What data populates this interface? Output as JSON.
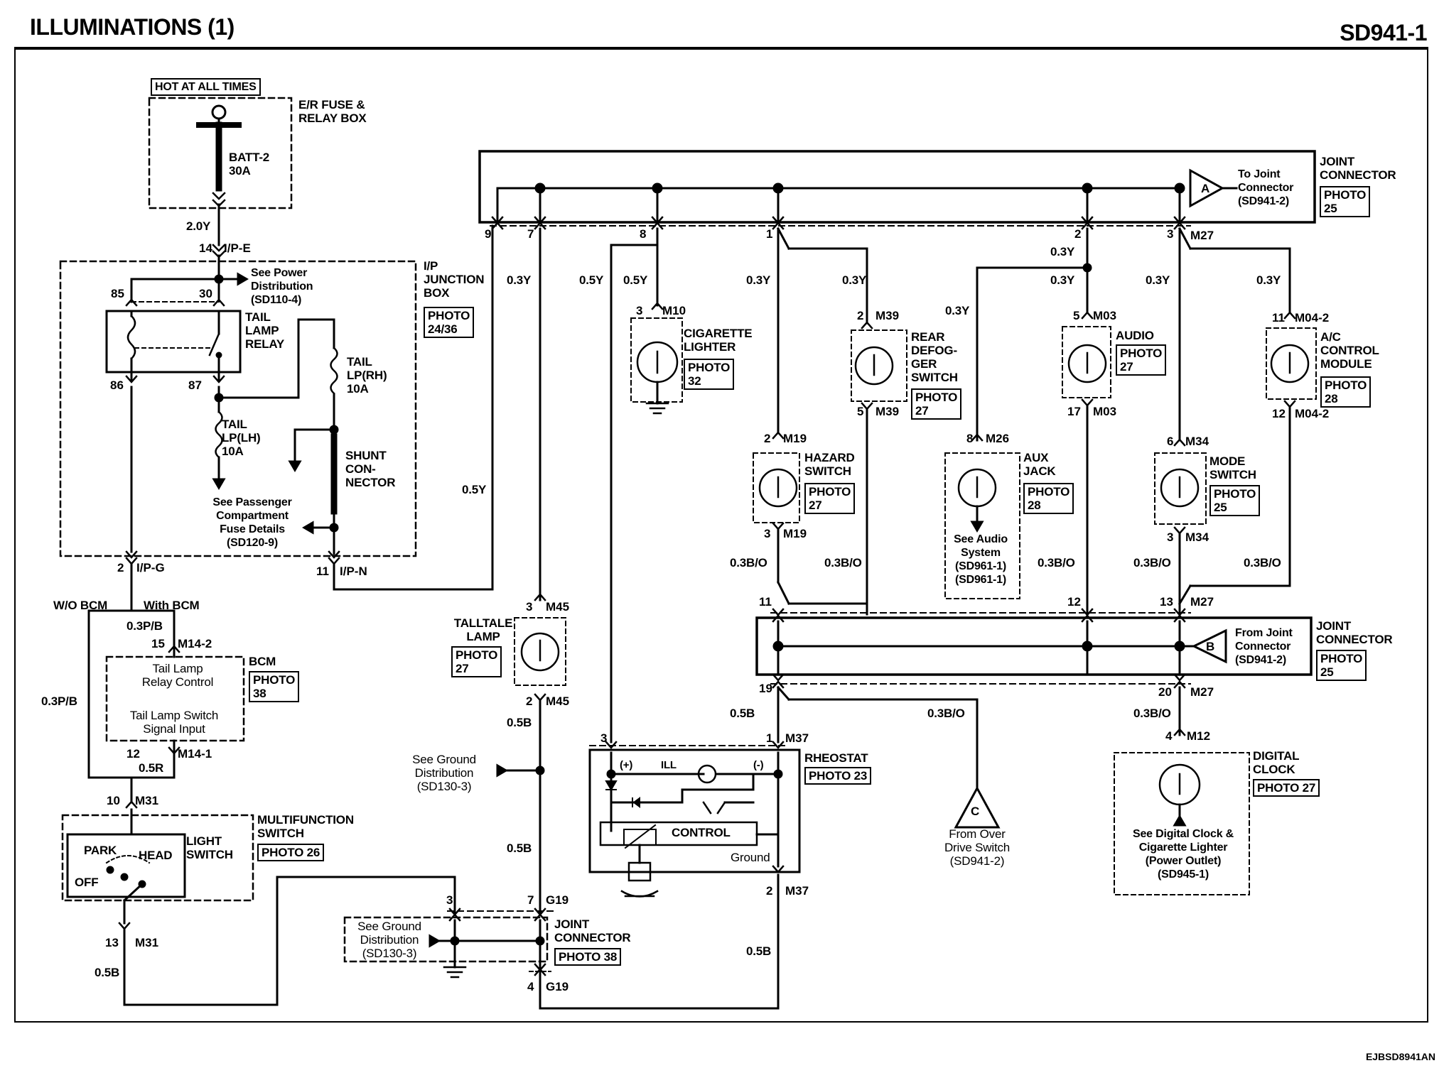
{
  "header": {
    "title": "ILLUMINATIONS (1)",
    "code": "SD941-1"
  },
  "footer": {
    "doc_id": "EJBSD8941AN"
  },
  "fuse": {
    "hot": "HOT AT ALL TIMES",
    "box": "E/R FUSE &\nRELAY BOX",
    "name": "BATT-2\n30A",
    "wire": "2.0Y",
    "pin": "14",
    "conn": "I/P-E"
  },
  "junction": {
    "title": "I/P\nJUNCTION\nBOX",
    "photo": "PHOTO\n24/36",
    "see_power": "See Power\nDistribution\n(SD110-4)",
    "relay": "TAIL\nLAMP\nRELAY",
    "p85": "85",
    "p30": "30",
    "p86": "86",
    "p87": "87",
    "tail_rh": "TAIL\nLP(RH)\n10A",
    "tail_lh": "TAIL\nLP(LH)\n10A",
    "shunt": "SHUNT\nCON-\nNECTOR",
    "see_passenger": "See Passenger\nCompartment\nFuse Details\n(SD120-9)",
    "pin_g": "2",
    "conn_g": "I/P-G",
    "pin_n": "11",
    "conn_n": "I/P-N"
  },
  "bcm": {
    "wo": "W/O BCM",
    "with": "With BCM",
    "wire_top": "0.3P/B",
    "wire_left": "0.3P/B",
    "pin_top": "15",
    "conn_top": "M14-2",
    "label": "BCM",
    "photo": "PHOTO\n38",
    "relay_ctrl": "Tail Lamp\nRelay Control",
    "switch_in": "Tail Lamp Switch\nSignal Input",
    "pin_bot": "12",
    "conn_bot": "M14-1",
    "wire_bot": "0.5R"
  },
  "multifunction": {
    "pin_top": "10",
    "conn_top": "M31",
    "label": "MULTIFUNCTION\nSWITCH",
    "photo": "PHOTO 26",
    "park": "PARK",
    "head": "HEAD",
    "off": "OFF",
    "light": "LIGHT\nSWITCH",
    "pin_bot": "13",
    "conn_bot": "M31",
    "wire_bot": "0.5B"
  },
  "joint_top": {
    "label": "JOINT\nCONNECTOR",
    "photo": "PHOTO\n25",
    "to": "To Joint\nConnector\n(SD941-2)",
    "letter": "A",
    "pins": [
      "9",
      "7",
      "8",
      "1",
      "2",
      "3"
    ],
    "conn": "M27"
  },
  "joint_mid": {
    "label": "JOINT\nCONNECTOR",
    "photo": "PHOTO\n25",
    "from": "From Joint\nConnector\n(SD941-2)",
    "letter": "B",
    "pins": [
      "11",
      "12",
      "13"
    ],
    "conn": "M27",
    "pin19": "19",
    "pin20": "20",
    "conn20": "M27"
  },
  "wires": {
    "w03y": "0.3Y",
    "w05y": "0.5Y",
    "w03bo": "0.3B/O",
    "w05b": "0.5B"
  },
  "cigarette": {
    "pin": "3",
    "conn": "M10",
    "label": "CIGARETTE\nLIGHTER",
    "photo": "PHOTO\n32"
  },
  "rear_defog": {
    "pin_top": "2",
    "conn_top": "M39",
    "label": "REAR\nDEFOG-\nGER\nSWITCH",
    "photo": "PHOTO\n27",
    "pin_bot": "5",
    "conn_bot": "M39"
  },
  "hazard": {
    "pin_top": "2",
    "conn_top": "M19",
    "label": "HAZARD\nSWITCH",
    "photo": "PHOTO\n27",
    "pin_bot": "3",
    "conn_bot": "M19"
  },
  "aux": {
    "pin_top": "8",
    "conn_top": "M26",
    "label": "AUX\nJACK",
    "photo": "PHOTO\n28",
    "see": "See Audio\nSystem\n(SD961-1)\n(SD961-1)"
  },
  "audio": {
    "pin_top": "5",
    "conn_top": "M03",
    "label": "AUDIO",
    "photo": "PHOTO\n27",
    "pin_bot": "17",
    "conn_bot": "M03"
  },
  "mode": {
    "pin_top": "6",
    "conn_top": "M34",
    "label": "MODE\nSWITCH",
    "photo": "PHOTO\n25",
    "pin_bot": "3",
    "conn_bot": "M34"
  },
  "ac": {
    "pin_top": "11",
    "conn_top": "M04-2",
    "label": "A/C\nCONTROL\nMODULE",
    "photo": "PHOTO\n28",
    "pin_bot": "12",
    "conn_bot": "M04-2"
  },
  "telltale": {
    "pin_top": "3",
    "conn_top": "M45",
    "label": "TALLTALE\nLAMP",
    "photo": "PHOTO\n27",
    "pin_bot": "2",
    "conn_bot": "M45"
  },
  "ground_see": "See Ground\nDistribution\n(SD130-3)",
  "rheostat": {
    "pin3": "3",
    "pin1": "1",
    "conn1": "M37",
    "label": "RHEOSTAT",
    "photo": "PHOTO 23",
    "plus": "(+)",
    "ill": "ILL",
    "minus": "(-)",
    "control": "CONTROL",
    "ground": "Ground",
    "pin2": "2",
    "conn2": "M37"
  },
  "joint_g19": {
    "pin3": "3",
    "pin7": "7",
    "conn7": "G19",
    "label": "JOINT\nCONNECTOR",
    "photo": "PHOTO 38",
    "see": "See Ground\nDistribution\n(SD130-3)",
    "pin4": "4",
    "conn4": "G19"
  },
  "overdrive": {
    "letter": "C",
    "label": "From Over\nDrive Switch\n(SD941-2)"
  },
  "clock": {
    "pin": "4",
    "conn": "M12",
    "label": "DIGITAL\nCLOCK",
    "photo": "PHOTO 27",
    "see": "See Digital Clock &\nCigarette Lighter\n(Power Outlet)\n(SD945-1)"
  }
}
